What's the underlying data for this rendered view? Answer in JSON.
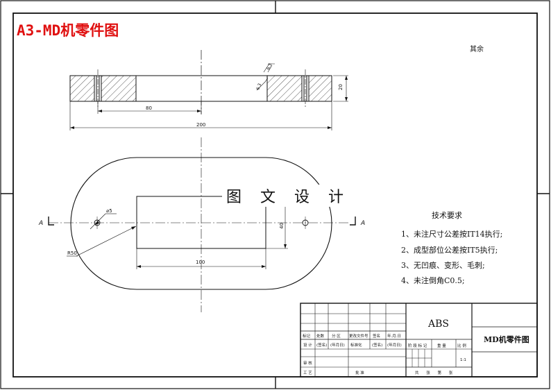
{
  "banner": "A3-MD机零件图",
  "watermark": "图 文 设 计",
  "surface_note": "其余",
  "roughness_symbol": "6.3",
  "section_marker": "A",
  "dimensions": {
    "thickness": "20",
    "hole_spacing": "80",
    "overall_length": "200",
    "hole_diameter": "⌀5",
    "end_radius": "R50",
    "slot_length": "100",
    "slot_width": "40"
  },
  "tech_requirements": {
    "title": "技术要求",
    "items": [
      "1、未注尺寸公差按IT14执行;",
      "2、成型部位公差按IT5执行;",
      "3、无凹痕、变形、毛刺;",
      "4、未注倒角C0.5;"
    ]
  },
  "title_block": {
    "material": "ABS",
    "part_name": "MD机零件图",
    "rev_headers": [
      "标记",
      "处数",
      "分 区",
      "更改文件号",
      "签名",
      "年.月.日"
    ],
    "sign_row": [
      "设 计",
      "(签名)",
      "(年月日)",
      "标准化",
      "(签名)",
      "(年月日)"
    ],
    "stage_headers": [
      "阶 段 标 记",
      "重 量",
      "比 例"
    ],
    "scale": "1:1",
    "review": "审 核",
    "process": "工 艺",
    "approve": "批 准",
    "sheet_row": "共 张 第 张"
  }
}
